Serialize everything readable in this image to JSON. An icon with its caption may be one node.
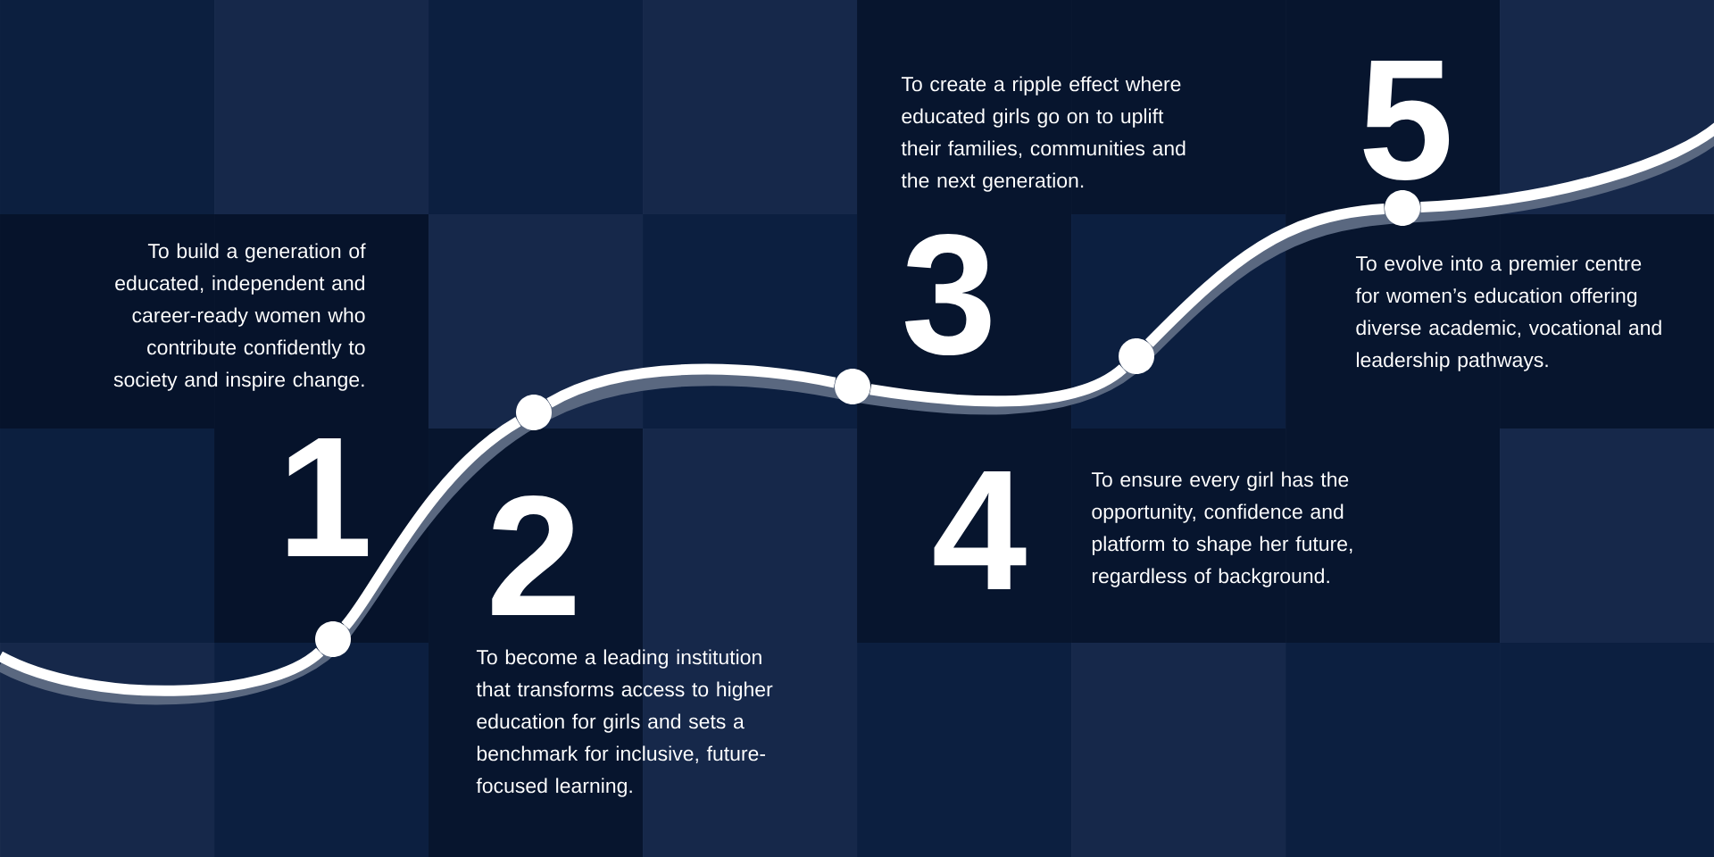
{
  "diagram": {
    "nodes": [
      {
        "text": [],
        "shape": "circle"
      },
      {
        "text": [],
        "shape": "circle"
      },
      {
        "text": [],
        "shape": "circle"
      },
      {
        "text": [],
        "shape": "circle"
      },
      {
        "text": [],
        "shape": "circle"
      }
    ],
    "edges": [
      {
        "from": null,
        "to": 0,
        "arrow": "none"
      },
      {
        "from": 0,
        "to": 1,
        "arrow": "none"
      },
      {
        "from": 1,
        "to": 2,
        "arrow": "none"
      },
      {
        "from": 2,
        "to": 3,
        "arrow": "none"
      },
      {
        "from": 3,
        "to": 4,
        "arrow": "none"
      },
      {
        "from": 4,
        "to": null,
        "arrow": "none"
      }
    ],
    "labels": [
      "To create a ripple effect where educated girls go on to uplift their families, communities and the next generation.",
      "5",
      "To build a generation of educated, independent and career-ready women who contribute confidently to society and inspire change.",
      "3",
      "To evolve into a premier centre for women’s education offering diverse academic, vocational and leadership pathways.",
      "1",
      "2",
      "4",
      "To ensure every girl has the opportunity, confidence and platform to shape her future, regardless of background.",
      "To become a leading institution that transforms access to higher education for girls and sets a benchmark for inclusive, future-focused learning."
    ]
  }
}
